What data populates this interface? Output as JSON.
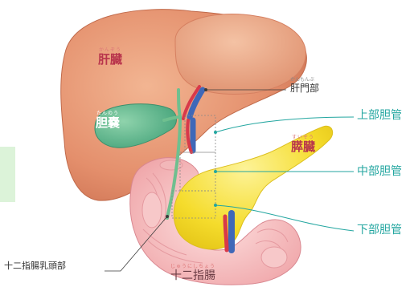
{
  "labels": {
    "liver": {
      "text": "肝臓",
      "ruby": "かんぞう"
    },
    "gallbladder": {
      "text": "胆嚢",
      "ruby": "たんのう"
    },
    "pancreas": {
      "text": "膵臓",
      "ruby": "すいぞう"
    },
    "duodenum": {
      "text": "十二指腸",
      "ruby": "じゅうにしちょう"
    },
    "hepatic_hilum": {
      "text": "肝門部",
      "ruby": "かんもんぶ"
    },
    "papilla": {
      "text": "十二指腸乳頭部"
    }
  },
  "callouts": {
    "upper_bile_duct": "上部胆管",
    "middle_bile_duct": "中部胆管",
    "lower_bile_duct": "下部胆管"
  },
  "colors": {
    "liver": "#e48f6c",
    "gallbladder": "#58b58e",
    "pancreas": "#f5dc2c",
    "duodenum": "#f6b9bb",
    "bile_duct": "#6fbf8f",
    "callout": "#23a6a0",
    "side_tab": "#dcf3d9"
  }
}
